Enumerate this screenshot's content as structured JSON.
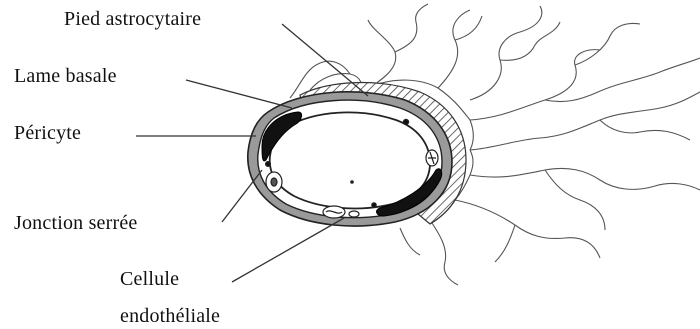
{
  "labels": {
    "pied_astrocytaire": "Pied astrocytaire",
    "lame_basale": "Lame basale",
    "pericyte": "Péricyte",
    "jonction_serree": "Jonction serrée",
    "cellule": "Cellule",
    "endotheliale": "endothéliale"
  },
  "colors": {
    "ink": "#111111",
    "line": "#333333",
    "astro_process": "#555555",
    "hatch": "#444444"
  }
}
